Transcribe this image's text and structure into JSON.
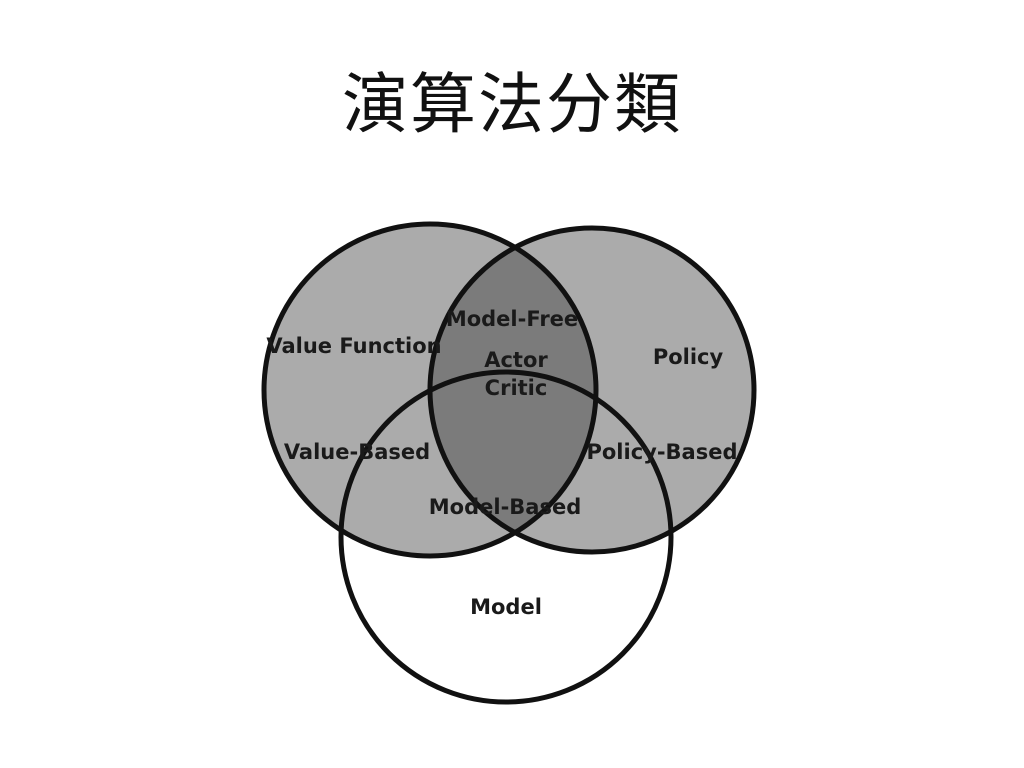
{
  "title": "演算法分類",
  "colors": {
    "background": "#ffffff",
    "outline": "#111111",
    "single_overlap_fill": "#ababab",
    "double_overlap_fill": "#7b7b7b",
    "model_circle_fill": "#ffffff"
  },
  "venn": {
    "sets": [
      "Value Function",
      "Policy",
      "Model"
    ],
    "regions": {
      "value_function": "Value Function",
      "policy": "Policy",
      "model": "Model",
      "model_free": "Model-Free",
      "actor_critic_line1": "Actor",
      "actor_critic_line2": "Critic",
      "value_based": "Value-Based",
      "policy_based": "Policy-Based",
      "model_based": "Model-Based"
    }
  }
}
